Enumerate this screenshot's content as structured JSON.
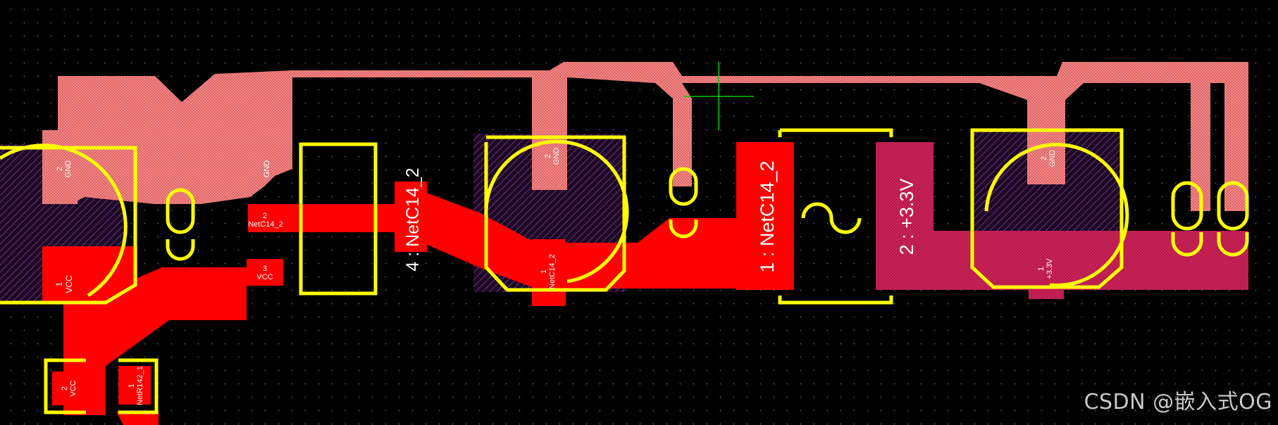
{
  "colors": {
    "background": "#000000",
    "grid_dot": "#4a4a4a",
    "bottom_copper": "#e06464",
    "top_copper": "#ff0000",
    "plus3v3_copper": "#b8154a",
    "silkscreen": "#ffff00",
    "pad_text": "#ffffff",
    "courtyard_hatch": "#7a2a8a",
    "crosshair": "#00c800"
  },
  "labels": {
    "c_left_pin2": {
      "num": "2",
      "net": "GND"
    },
    "c_left_pin1": {
      "num": "1",
      "net": "VCC"
    },
    "ic_pin2": {
      "num": "2",
      "net": "NetC14_2"
    },
    "ic_pin3": {
      "num": "3",
      "net": "VCC"
    },
    "ic_gnd": "GND",
    "big_pad_4": "4 : NetC14_2",
    "c_mid_pin2": {
      "num": "2",
      "net": "GND"
    },
    "c_mid_pin1": {
      "num": "1",
      "net": "NetC14_2"
    },
    "big_pad_1": "1 : NetC14_2",
    "big_pad_2": "2 : +3.3V",
    "c_right_pin2": {
      "num": "2",
      "net": "GND"
    },
    "c_right_pin1": {
      "num": "1",
      "net": "+3.3V"
    },
    "r_pin2": {
      "num": "2",
      "net": "VCC"
    },
    "r_pin1": {
      "num": "1",
      "net": "NetR142_1"
    }
  },
  "watermark": "CSDN @嵌入式OG"
}
